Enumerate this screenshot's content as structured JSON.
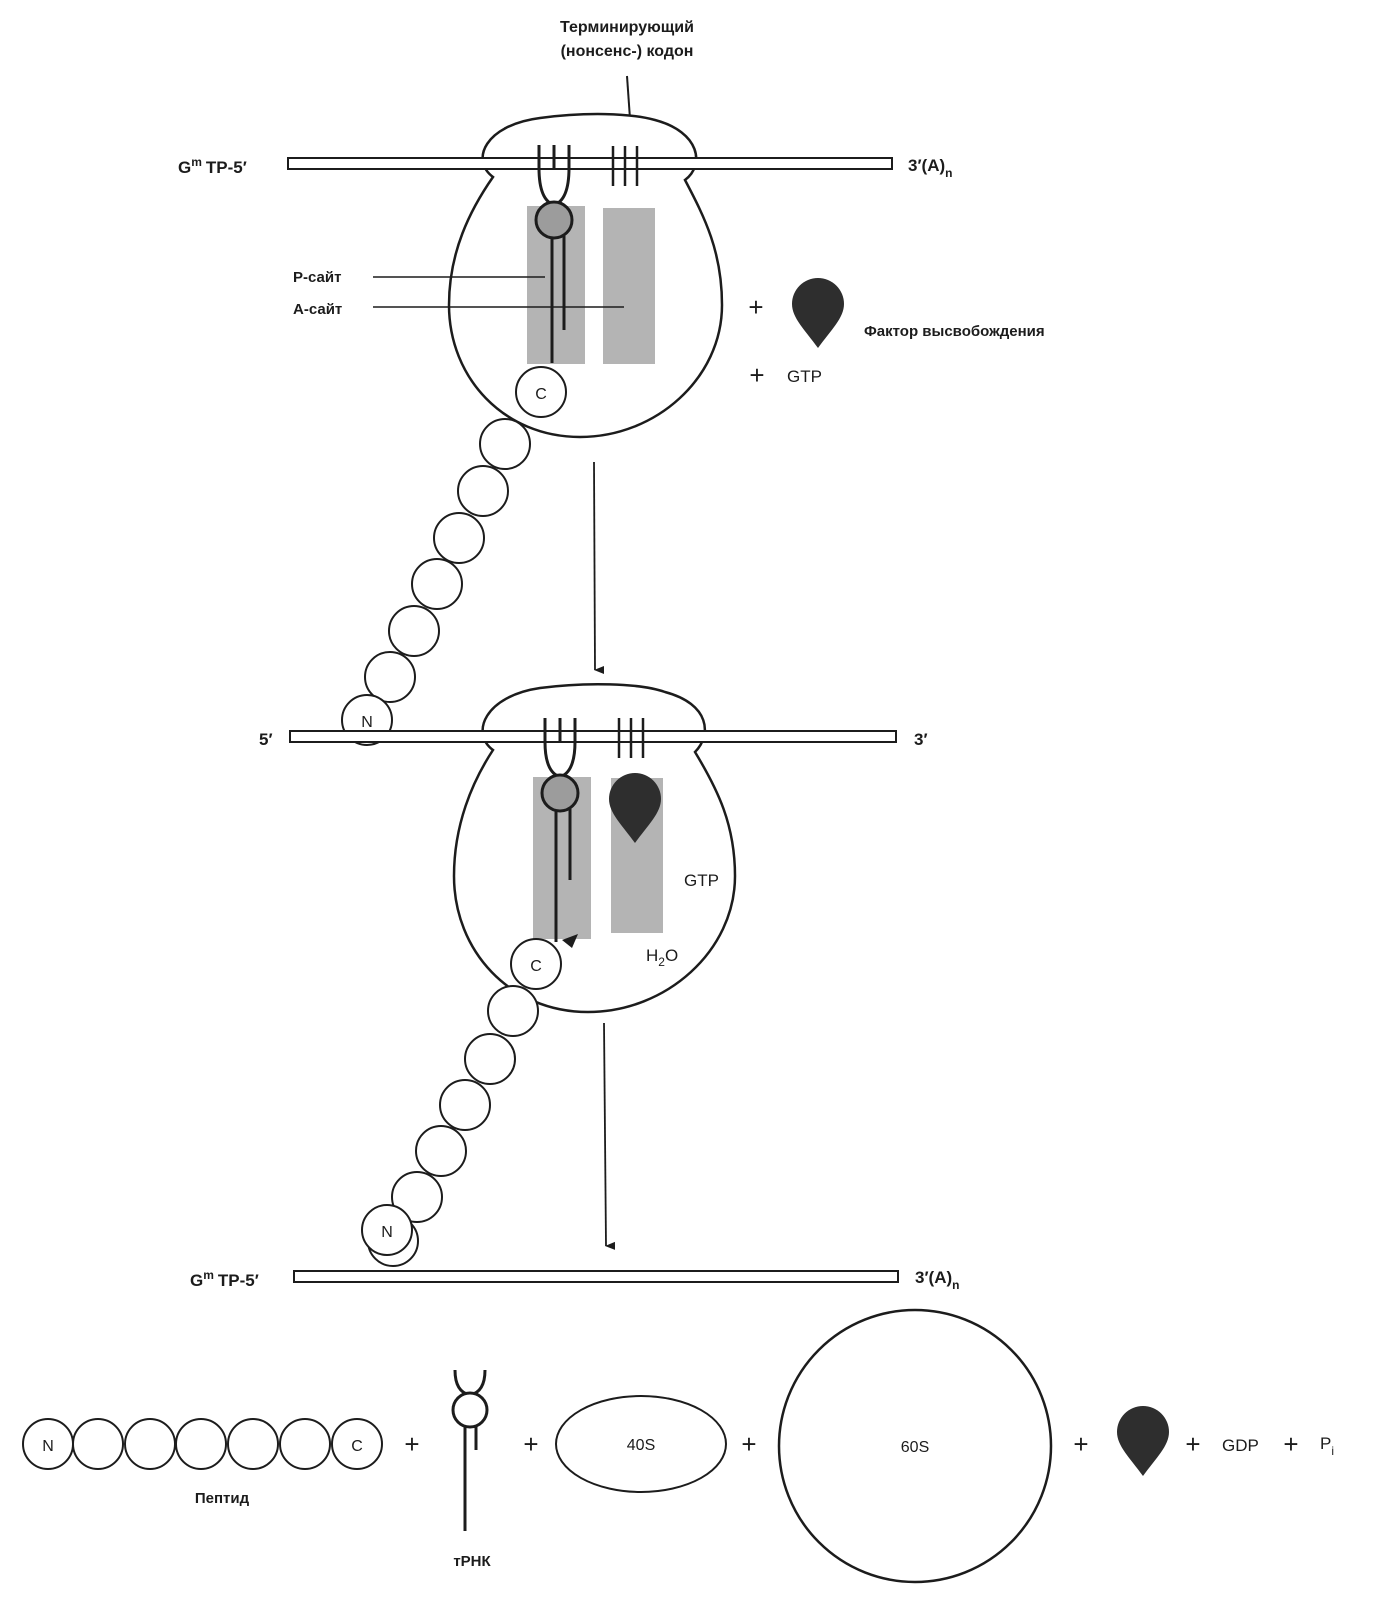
{
  "stage1": {
    "codon_label_line1": "Терминирующий",
    "codon_label_line2": "(нонсенс-) кодон",
    "mrna_left_main": "TP-5′",
    "mrna_left_sup": "m",
    "mrna_left_base": "G",
    "mrna_right_main": "3′(A)",
    "mrna_right_sub": "n",
    "p_site_label": "P-сайт",
    "a_site_label": "A-сайт",
    "plus_1": "+",
    "plus_2": "+",
    "release_factor_label": "Фактор высвобождения",
    "gtp_label": "GTP",
    "c_terminus": "C",
    "n_terminus": "N"
  },
  "stage2": {
    "mrna_left": "5′",
    "mrna_right": "3′",
    "gtp_label": "GTP",
    "water_h": "H",
    "water_sub": "2",
    "water_o": "O",
    "c_terminus": "C",
    "n_terminus": "N"
  },
  "stage3": {
    "mrna_left_base": "G",
    "mrna_left_sup": "m",
    "mrna_left_main": "TP-5′",
    "mrna_right_main": "3′(A)",
    "mrna_right_sub": "n",
    "peptide_n": "N",
    "peptide_c": "C",
    "peptide_label": "Пептид",
    "trna_label": "тРНК",
    "small_subunit": "40S",
    "large_subunit": "60S",
    "gdp_label": "GDP",
    "pi_main": "P",
    "pi_sub": "i",
    "plus_signs": [
      "+",
      "+",
      "+",
      "+",
      "+",
      "+"
    ]
  },
  "colors": {
    "ink": "#1c1c1c",
    "site_shade": "#b4b4b4",
    "factor": "#2e2e2e"
  }
}
